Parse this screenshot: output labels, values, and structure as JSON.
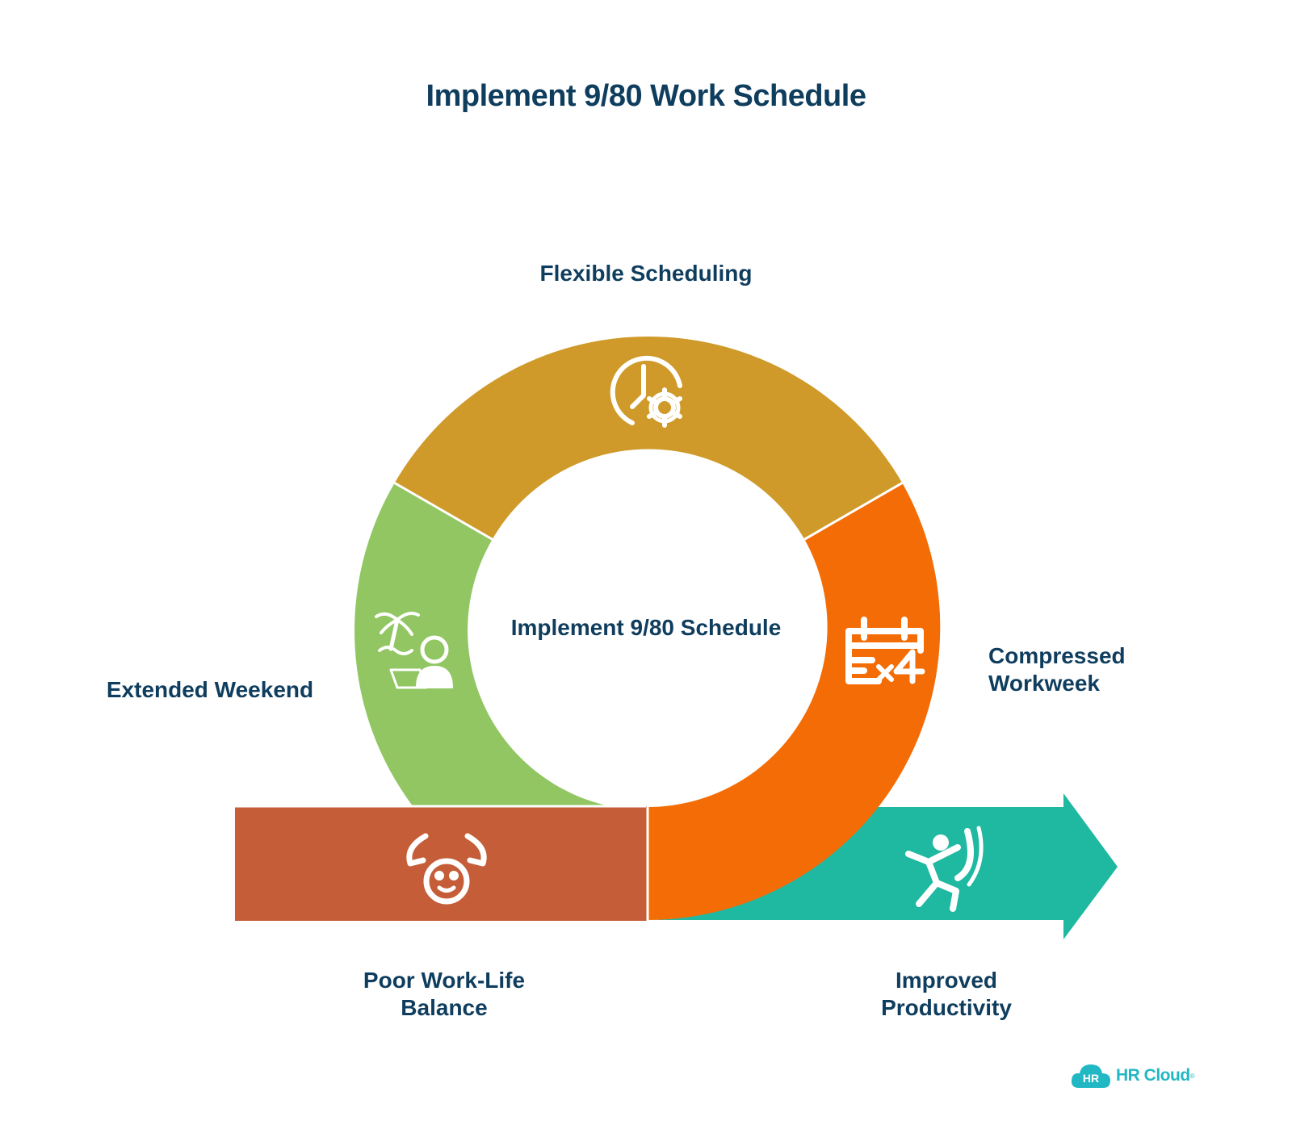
{
  "title": "Implement 9/80 Work Schedule",
  "center_label": "Implement 9/80 Schedule",
  "segments": {
    "flexible": {
      "label": "Flexible Scheduling",
      "color": "#cf9a29",
      "icon": "clock-gear-icon"
    },
    "compressed": {
      "label_line1": "Compressed",
      "label_line2": "Workweek",
      "color": "#f46c05",
      "icon": "calendar-x4-icon"
    },
    "extended": {
      "label": "Extended Weekend",
      "color": "#91c662",
      "icon": "beach-remote-work-icon"
    },
    "poor": {
      "label_line1": "Poor Work-Life",
      "label_line2": "Balance",
      "color": "#c55e38",
      "icon": "stressed-face-hands-icon"
    },
    "improved": {
      "label_line1": "Improved",
      "label_line2": "Productivity",
      "color": "#1fb8a1",
      "icon": "energetic-person-icon"
    }
  },
  "logo": {
    "badge": "HR",
    "name": "HR Cloud",
    "mark": "®",
    "color": "#21b8c4"
  }
}
